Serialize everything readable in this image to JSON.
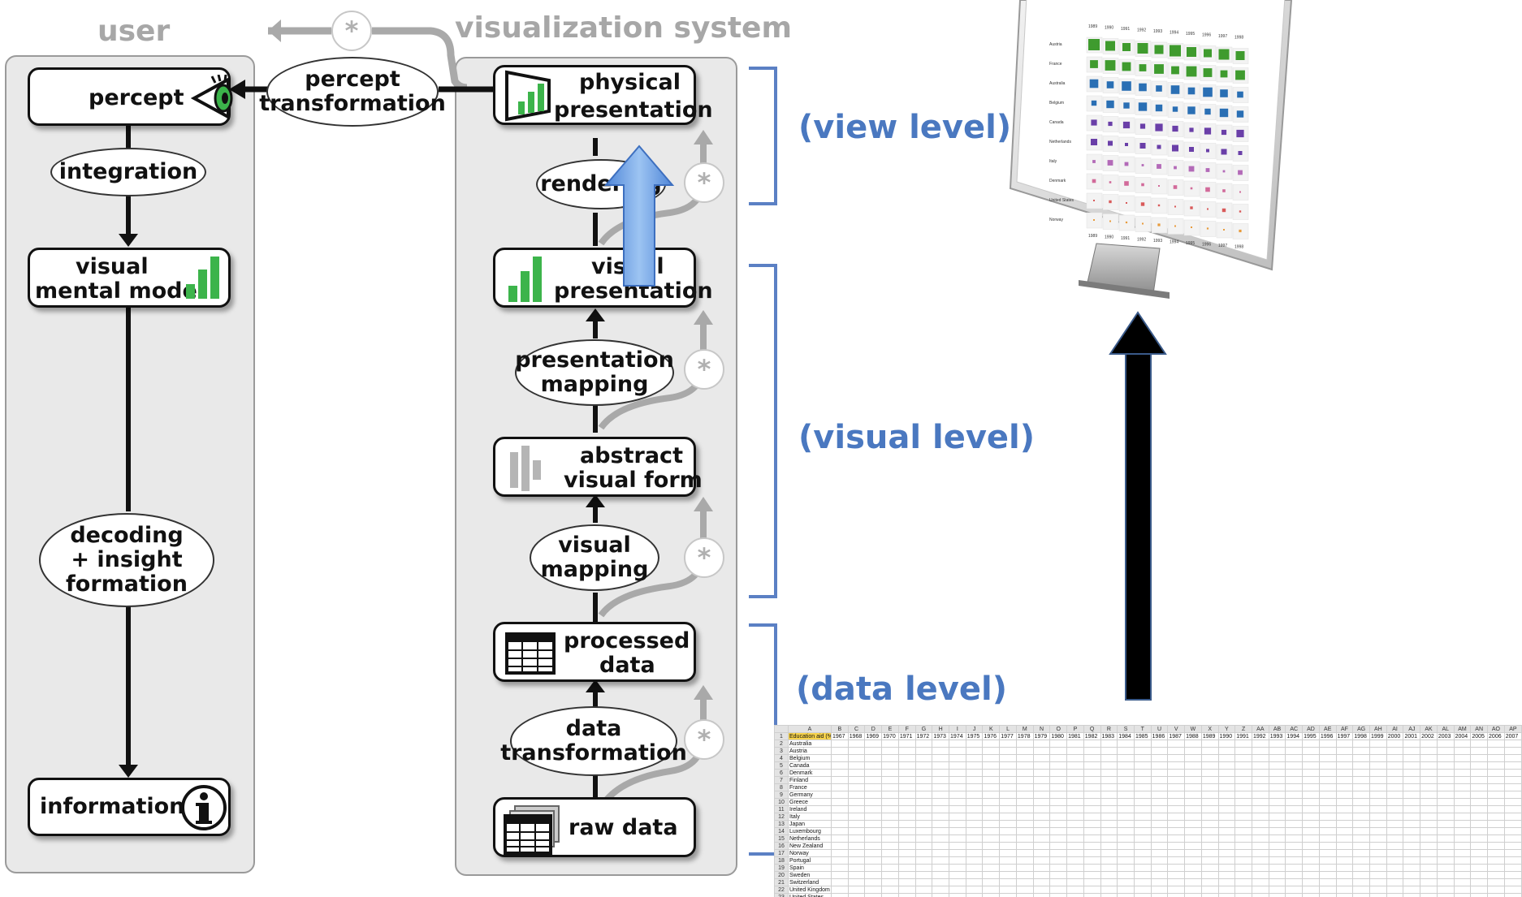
{
  "user_panel": {
    "title": "user",
    "percept": "percept",
    "integration": "integration",
    "visual_mental_model": [
      "visual",
      "mental model"
    ],
    "decoding": "decoding\n+ insight\nformation",
    "information": "information"
  },
  "system_panel": {
    "title": "visualization system",
    "percept_transformation": "percept\ntransformation",
    "physical_presentation": [
      "physical",
      "presentation"
    ],
    "rendering": "rendering",
    "visual_presentation": [
      "visual",
      "presentation"
    ],
    "presentation_mapping": "presentation\nmapping",
    "abstract_visual_form": [
      "abstract",
      "visual form"
    ],
    "visual_mapping": "visual\nmapping",
    "processed_data": [
      "processed",
      "data"
    ],
    "data_transformation": "data\ntransformation",
    "raw_data": "raw data",
    "star_symbol": "*"
  },
  "levels": {
    "view": "(view level)",
    "visual": "(visual level)",
    "data": "(data level)"
  },
  "colors": {
    "panel_bg": "#e9e9e9",
    "level_text": "#4a78c0",
    "green_bars": "#3cb44b",
    "blue_arrow": "#6b9fe3",
    "monitor_green": "#3f9b2e",
    "monitor_blue": "#2a6fb4",
    "monitor_purple": "#6a3fa8"
  },
  "icons": [
    "eye-icon",
    "bar-chart-icon",
    "info-icon",
    "table-icon",
    "gray-bars-icon",
    "monitor-image"
  ],
  "spreadsheet": {
    "col_headers": [
      "A",
      "B",
      "C",
      "D",
      "E",
      "F",
      "G",
      "H",
      "I",
      "J",
      "K",
      "L",
      "M",
      "N",
      "O",
      "P",
      "Q",
      "R",
      "S",
      "T",
      "U",
      "V",
      "W",
      "X",
      "Y",
      "Z",
      "AA",
      "AB",
      "AC",
      "AD",
      "AE",
      "AF",
      "AG",
      "AH",
      "AI",
      "AJ",
      "AK",
      "AL",
      "AM",
      "AN",
      "AO",
      "AP"
    ],
    "header_label": "Education aid (% of total aid)",
    "years": [
      "1967",
      "1968",
      "1969",
      "1970",
      "1971",
      "1972",
      "1973",
      "1974",
      "1975",
      "1976",
      "1977",
      "1978",
      "1979",
      "1980",
      "1981",
      "1982",
      "1983",
      "1984",
      "1985",
      "1986",
      "1987",
      "1988",
      "1989",
      "1990",
      "1991",
      "1992",
      "1993",
      "1994",
      "1995",
      "1996",
      "1997",
      "1998",
      "1999",
      "2000",
      "2001",
      "2002",
      "2003",
      "2004",
      "2005",
      "2006",
      "2007"
    ],
    "countries": [
      "Australia",
      "Austria",
      "Belgium",
      "Canada",
      "Denmark",
      "Finland",
      "France",
      "Germany",
      "Greece",
      "Ireland",
      "Italy",
      "Japan",
      "Luxembourg",
      "Netherlands",
      "New Zealand",
      "Norway",
      "Portugal",
      "Spain",
      "Sweden",
      "Switzerland",
      "United Kingdom",
      "United States"
    ]
  },
  "monitor": {
    "years": [
      "1989",
      "1990",
      "1991",
      "1992",
      "1993",
      "1994",
      "1995",
      "1996",
      "1997",
      "1998"
    ],
    "countries": [
      "Austria",
      "France",
      "Australia",
      "Belgium",
      "Canada",
      "Netherlands",
      "Italy",
      "Denmark",
      "United States",
      "Norway"
    ]
  }
}
